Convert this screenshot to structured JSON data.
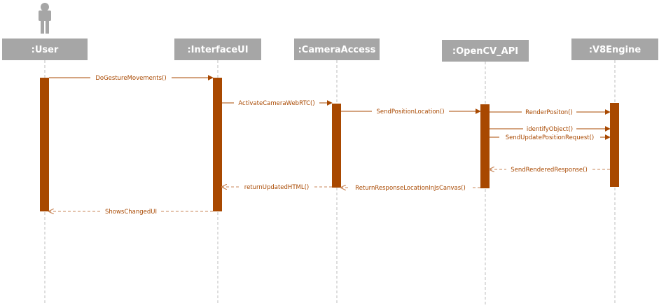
{
  "participants": [
    {
      "id": "user",
      "label": ":User",
      "actor": true
    },
    {
      "id": "ui",
      "label": ":InterfaceUI"
    },
    {
      "id": "cam",
      "label": ":CameraAccess"
    },
    {
      "id": "cv",
      "label": ":OpenCV_API"
    },
    {
      "id": "v8",
      "label": ":V8Engine"
    }
  ],
  "messages": [
    {
      "from": "user",
      "to": "ui",
      "label": "DoGestureMovements()",
      "kind": "call"
    },
    {
      "from": "ui",
      "to": "cam",
      "label": "ActivateCameraWebRTC()",
      "kind": "call"
    },
    {
      "from": "cam",
      "to": "cv",
      "label": "SendPositionLocation()",
      "kind": "call"
    },
    {
      "from": "cv",
      "to": "v8",
      "label": "RenderPositon()",
      "kind": "call"
    },
    {
      "from": "cv",
      "to": "v8",
      "label": "identifyObject()",
      "kind": "call"
    },
    {
      "from": "cv",
      "to": "v8",
      "label": "SendUpdatePositionRequest()",
      "kind": "call"
    },
    {
      "from": "v8",
      "to": "cv",
      "label": "SendRenderedResponse()",
      "kind": "reply"
    },
    {
      "from": "cv",
      "to": "cam",
      "label": "ReturnResponseLocationInJsCanvas()",
      "kind": "reply"
    },
    {
      "from": "cam",
      "to": "ui",
      "label": "returnUpdatedHTML()",
      "kind": "reply"
    },
    {
      "from": "ui",
      "to": "user",
      "label": "ShowsChangedUI",
      "kind": "reply"
    }
  ],
  "colors": {
    "accent": "#a84800",
    "header": "#a6a6a6",
    "lifeline": "#bdbdbd"
  }
}
